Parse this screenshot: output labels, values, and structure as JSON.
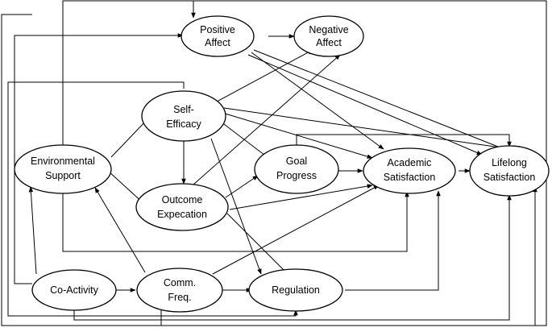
{
  "nodes": {
    "positive_affect": [
      "Positive",
      "Affect"
    ],
    "negative_affect": [
      "Negative",
      "Affect"
    ],
    "self_efficacy": [
      "Self-",
      "Efficacy"
    ],
    "environmental_support": [
      "Environmental",
      "Support"
    ],
    "goal_progress": [
      "Goal",
      "Progress"
    ],
    "academic_satisfaction": [
      "Academic",
      "Satisfaction"
    ],
    "lifelong_satisfaction": [
      "Lifelong",
      "Satisfaction"
    ],
    "outcome_expectation": [
      "Outcome",
      "Expecation"
    ],
    "co_activity": [
      "Co-Activity"
    ],
    "comm_freq": [
      "Comm.",
      "Freq."
    ],
    "regulation": [
      "Regulation"
    ]
  },
  "edges": [
    {
      "from": "positive_affect",
      "to": "negative_affect"
    },
    {
      "from": "positive_affect",
      "to": "academic_satisfaction"
    },
    {
      "from": "positive_affect",
      "to": "lifelong_satisfaction"
    },
    {
      "from": "self_efficacy",
      "to": "negative_affect"
    },
    {
      "from": "self_efficacy",
      "to": "outcome_expectation"
    },
    {
      "from": "self_efficacy",
      "to": "goal_progress"
    },
    {
      "from": "self_efficacy",
      "to": "academic_satisfaction"
    },
    {
      "from": "self_efficacy",
      "to": "lifelong_satisfaction"
    },
    {
      "from": "self_efficacy",
      "to": "regulation"
    },
    {
      "from": "environmental_support",
      "to": "self_efficacy"
    },
    {
      "from": "environmental_support",
      "to": "outcome_expectation"
    },
    {
      "from": "environmental_support",
      "to": "positive_affect"
    },
    {
      "from": "environmental_support",
      "to": "academic_satisfaction"
    },
    {
      "from": "outcome_expectation",
      "to": "negative_affect"
    },
    {
      "from": "outcome_expectation",
      "to": "goal_progress"
    },
    {
      "from": "outcome_expectation",
      "to": "academic_satisfaction"
    },
    {
      "from": "outcome_expectation",
      "to": "regulation"
    },
    {
      "from": "goal_progress",
      "to": "academic_satisfaction"
    },
    {
      "from": "goal_progress",
      "to": "lifelong_satisfaction"
    },
    {
      "from": "academic_satisfaction",
      "to": "lifelong_satisfaction"
    },
    {
      "from": "co_activity",
      "to": "environmental_support"
    },
    {
      "from": "co_activity",
      "to": "comm_freq"
    },
    {
      "from": "co_activity",
      "to": "positive_affect"
    },
    {
      "from": "co_activity",
      "to": "regulation"
    },
    {
      "from": "comm_freq",
      "to": "environmental_support"
    },
    {
      "from": "comm_freq",
      "to": "regulation"
    },
    {
      "from": "comm_freq",
      "to": "academic_satisfaction"
    },
    {
      "from": "comm_freq",
      "to": "lifelong_satisfaction"
    },
    {
      "from": "regulation",
      "to": "academic_satisfaction"
    }
  ]
}
